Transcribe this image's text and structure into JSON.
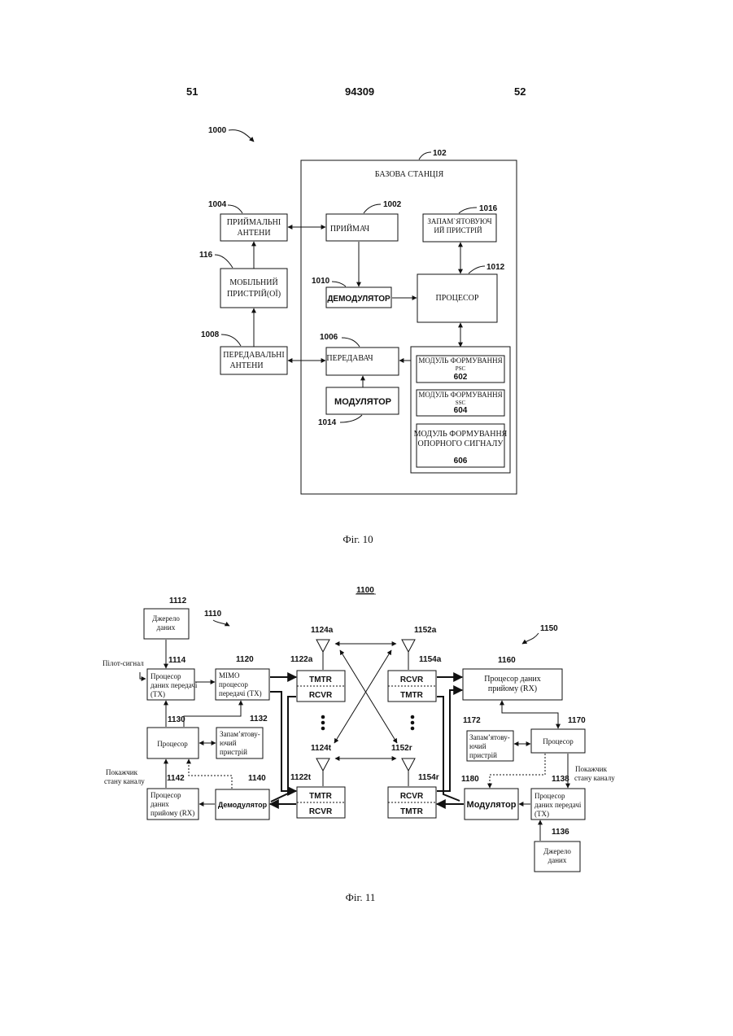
{
  "header": {
    "left": "51",
    "center": "94309",
    "right": "52"
  },
  "fig10": {
    "caption": "Фіг. 10",
    "ref_system": "1000",
    "ref_base": "102",
    "base_title": "БАЗОВА СТАНЦІЯ",
    "rx_ant": {
      "ref": "1004",
      "line1": "ПРИЙМАЛЬНІ",
      "line2": "АНТЕНИ"
    },
    "mobile": {
      "ref": "116",
      "line1": "МОБІЛЬНИЙ",
      "line2": "ПРИСТРІЙ(ОЇ)"
    },
    "tx_ant": {
      "ref": "1008",
      "line1": "ПЕРЕДАВАЛЬНІ",
      "line2": "АНТЕНИ"
    },
    "receiver": {
      "ref": "1002",
      "label": "ПРИЙМАЧ"
    },
    "demod": {
      "ref": "1010",
      "label": "ДЕМОДУЛЯТОР"
    },
    "transmitter": {
      "ref": "1006",
      "label": "ПЕРЕДАВАЧ"
    },
    "modulator": {
      "ref": "1014",
      "label": "МОДУЛЯТОР"
    },
    "memory": {
      "ref": "1016",
      "line1": "ЗАПАМ`ЯТОВУЮЧ",
      "line2": "ИЙ ПРИСТРІЙ"
    },
    "processor": {
      "ref": "1012",
      "label": "ПРОЦЕСОР"
    },
    "psc": {
      "line1": "МОДУЛЬ ФОРМУВАННЯ",
      "line2": "PSC",
      "ref": "602"
    },
    "ssc": {
      "line1": "МОДУЛЬ ФОРМУВАННЯ",
      "line2": "SSC",
      "ref": "604"
    },
    "refsig": {
      "line1": "МОДУЛЬ ФОРМУВАННЯ",
      "line2": "ОПОРНОГО СИГНАЛУ",
      "ref": "606"
    }
  },
  "fig11": {
    "caption": "Фіг. 11",
    "title": "1100",
    "ref_1110": "1110",
    "ref_1150": "1150",
    "pilot": "Пілот-сигнал",
    "csi_left": {
      "line1": "Покажчик",
      "line2": "стану каналу"
    },
    "csi_right": {
      "line1": "Покажчик",
      "line2": "стану каналу"
    },
    "src_left": {
      "ref": "1112",
      "line1": "Джерело",
      "line2": "даних"
    },
    "tx_proc_left": {
      "ref": "1114",
      "line1": "Процесор",
      "line2": "даних передачі",
      "line3": "(TX)"
    },
    "mimo": {
      "ref": "1120",
      "line1": "MIMO",
      "line2": "процесор",
      "line3": "передачі (TX)"
    },
    "proc_left": {
      "ref": "1130",
      "label": "Процесор"
    },
    "mem_left": {
      "ref": "1132",
      "line1": "Запам’ятову-",
      "line2": "ючий",
      "line3": "пристрій"
    },
    "rx_proc_left": {
      "ref": "1142",
      "line1": "Процесор",
      "line2": "даних",
      "line3": "прийому (RX)"
    },
    "demod": {
      "ref": "1140",
      "label": "Демодулятор"
    },
    "ant_1124a": "1124a",
    "ant_1124t": "1124t",
    "ant_1152a": "1152a",
    "ant_1152r": "1152r",
    "trx_1122a": {
      "ref": "1122a",
      "top": "TMTR",
      "bottom": "RCVR"
    },
    "trx_1122t": {
      "ref": "1122t",
      "top": "TMTR",
      "bottom": "RCVR"
    },
    "trx_1154a": {
      "ref": "1154a",
      "top": "RCVR",
      "bottom": "TMTR"
    },
    "trx_1154r": {
      "ref": "1154r",
      "top": "RCVR",
      "bottom": "TMTR"
    },
    "rx_proc_right": {
      "ref": "1160",
      "line1": "Процесор даних",
      "line2": "прийому (RX)"
    },
    "mem_right": {
      "ref": "1172",
      "line1": "Запам’ятову-",
      "line2": "ючий",
      "line3": "пристрій"
    },
    "proc_right": {
      "ref": "1170",
      "label": "Процесор"
    },
    "mod": {
      "ref": "1180",
      "label": "Модулятор"
    },
    "tx_proc_right": {
      "ref": "1138",
      "line1": "Процесор",
      "line2": "даних передачі",
      "line3": "(TX)"
    },
    "src_right": {
      "ref": "1136",
      "line1": "Джерело",
      "line2": "даних"
    }
  }
}
